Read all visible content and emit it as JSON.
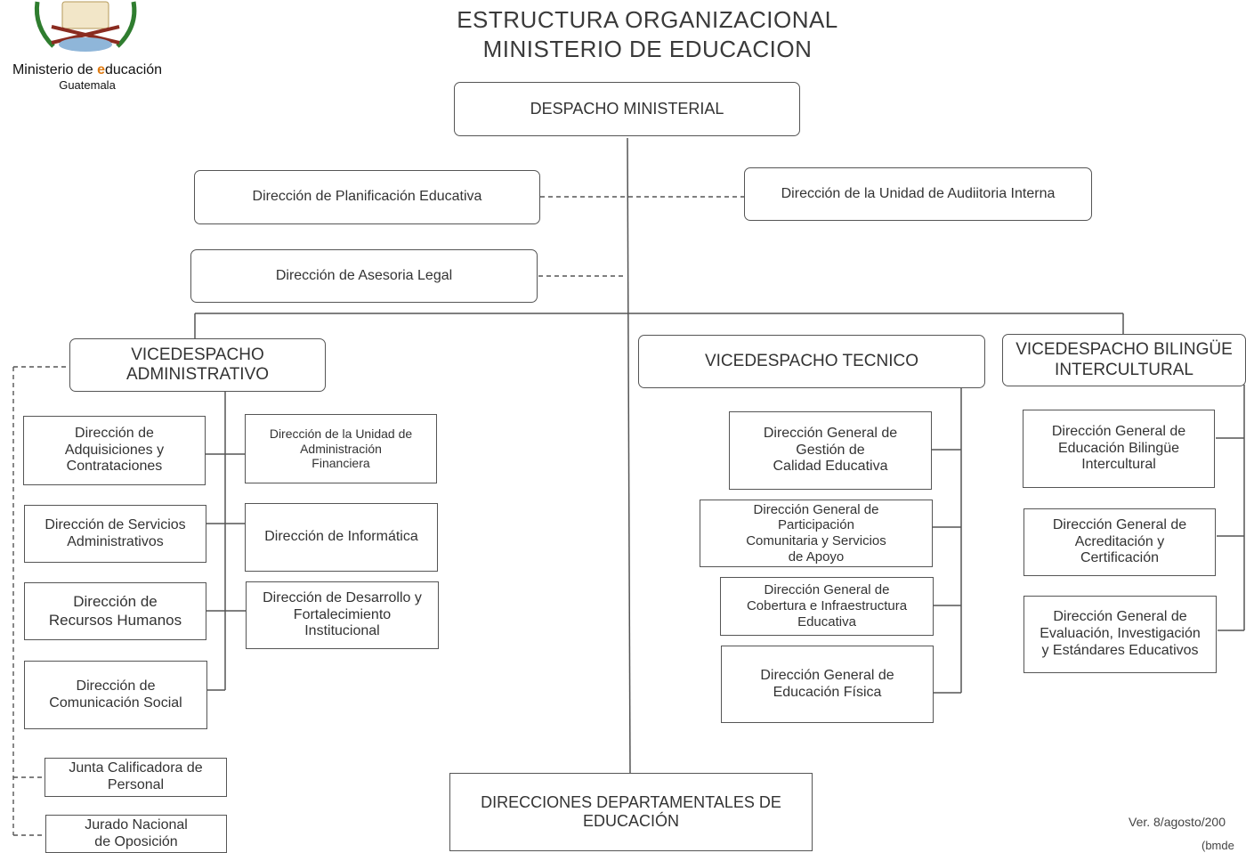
{
  "header": {
    "title_line1": "ESTRUCTURA ORGANIZACIONAL",
    "title_line2": "MINISTERIO DE EDUCACION"
  },
  "logo": {
    "icon": "coat-of-arms-icon",
    "name_prefix": "Ministerio de ",
    "name_accent": "e",
    "name_suffix": "ducación",
    "country": "Guatemala",
    "accent_color": "#e07b12"
  },
  "top": {
    "despacho": "DESPACHO MINISTERIAL",
    "planificacion": "Dirección de Planificación Educativa",
    "auditoria": "Dirección de la Unidad de Audiitoria Interna",
    "asesoria": "Dirección de Asesoria Legal"
  },
  "vice_admin": {
    "title": "VICEDESPACHO\nADMINISTRATIVO",
    "left": [
      "Dirección  de\nAdquisiciones y\nContrataciones",
      "Dirección de Servicios\nAdministrativos",
      "Dirección de\nRecursos Humanos",
      "Dirección de\nComunicación Social"
    ],
    "right": [
      "Dirección de la Unidad de\nAdministración\nFinanciera",
      "Dirección de Informática",
      "Dirección de Desarrollo y\nFortalecimiento\nInstitucional"
    ],
    "junta": "Junta Calificadora de\nPersonal",
    "jurado": "Jurado Nacional\nde Oposición"
  },
  "vice_tecnico": {
    "title": "VICEDESPACHO TECNICO",
    "items": [
      "Dirección General de\nGestión  de\nCalidad Educativa",
      "Dirección General de\nParticipación\nComunitaria  y  Servicios\nde Apoyo",
      "Dirección General de\nCobertura e Infraestructura\nEducativa",
      "Dirección General de\nEducación Física"
    ]
  },
  "vice_bilingue": {
    "title": "VICEDESPACHO BILINGÜE\nINTERCULTURAL",
    "items": [
      "Dirección General de\nEducación Bilingüe\nIntercultural",
      "Dirección General de\nAcreditación y\nCertificación",
      "Dirección General de\nEvaluación, Investigación\ny Estándares Educativos"
    ]
  },
  "departamentales": "DIRECCIONES DEPARTAMENTALES DE\nEDUCACIÓN",
  "footer": {
    "version": "Ver.  8/agosto/200",
    "initials": "(bmde"
  }
}
